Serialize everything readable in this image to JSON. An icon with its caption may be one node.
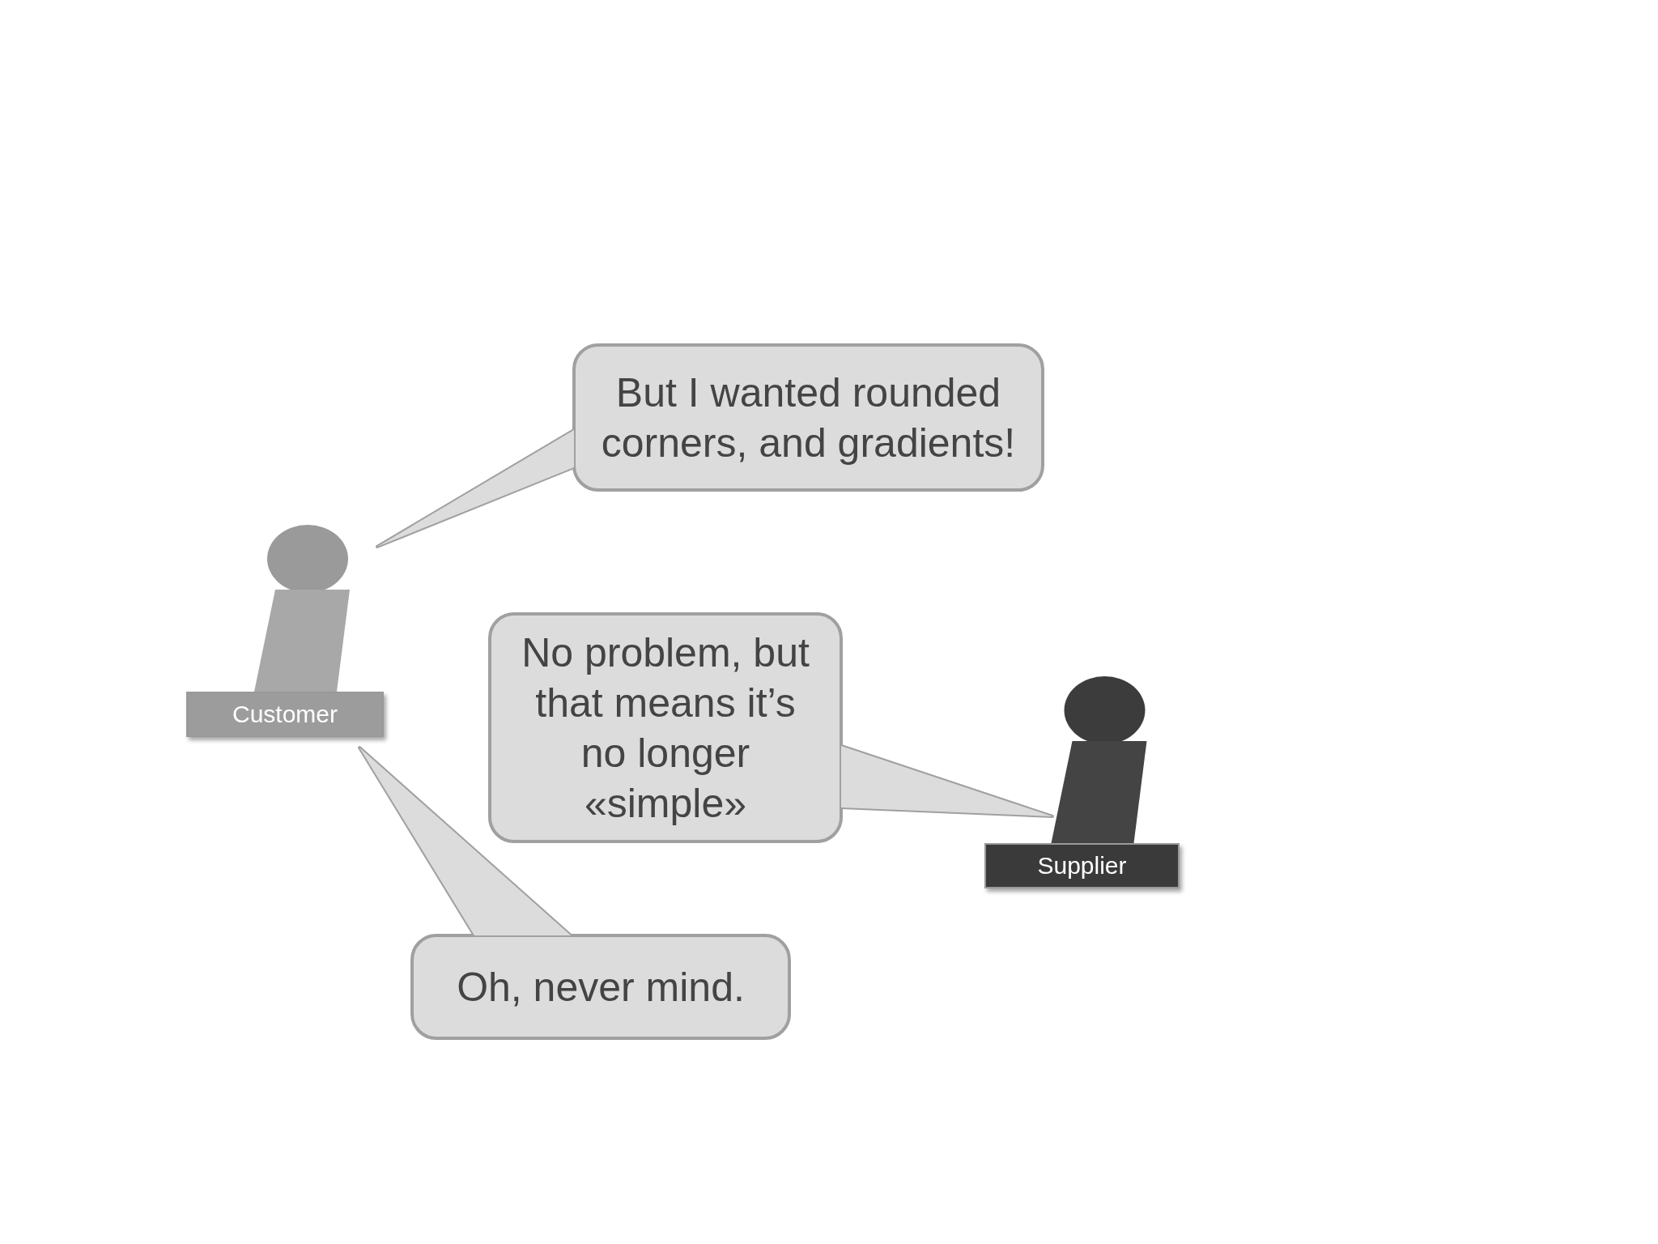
{
  "diagram": {
    "nodes": [
      {
        "text": [
          "But I wanted rounded corners, and gradients!"
        ]
      },
      {
        "text": [
          "Customer"
        ]
      },
      {
        "text": [
          "No problem, but that means it’s no longer «simple»"
        ]
      },
      {
        "text": [
          "Supplier"
        ]
      },
      {
        "text": [
          "Oh, never mind."
        ]
      }
    ]
  }
}
